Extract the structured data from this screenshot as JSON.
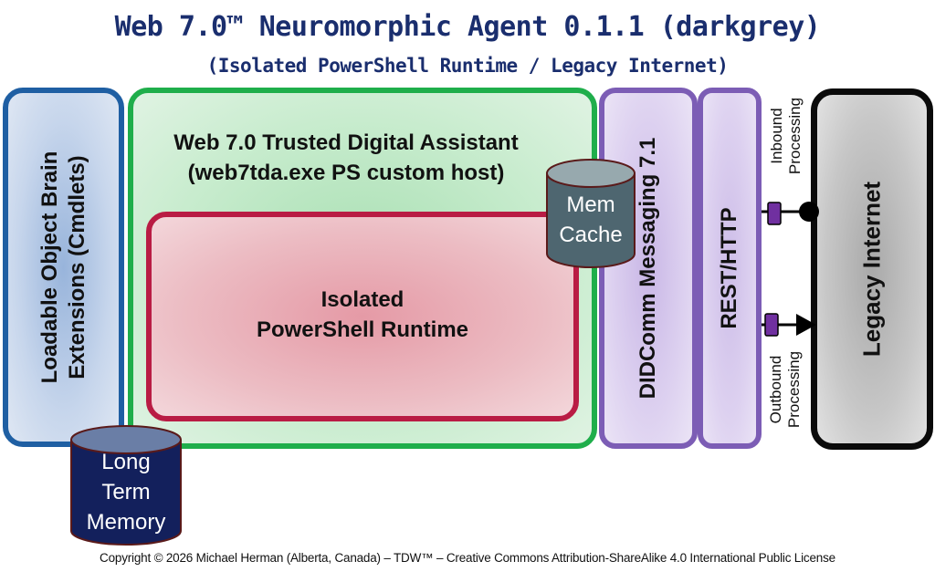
{
  "header": {
    "title": "Web 7.0™ Neuromorphic Agent 0.1.1 (darkgrey)",
    "subtitle": "(Isolated PowerShell Runtime / Legacy Internet)"
  },
  "blocks": {
    "brain_extensions": {
      "line1": "Loadable Object Brain",
      "line2": "Extensions (Cmdlets)",
      "border_color": "#1f5fa3"
    },
    "tda": {
      "line1": "Web 7.0 Trusted Digital Assistant",
      "line2": "(web7tda.exe PS custom host)",
      "border_color": "#1fae4b"
    },
    "runtime": {
      "line1": "Isolated",
      "line2": "PowerShell Runtime",
      "border_color": "#b91c44"
    },
    "didcomm": {
      "label": "DIDComm Messaging 7.1",
      "border_color": "#7c5db5"
    },
    "rest": {
      "label": "REST/HTTP",
      "border_color": "#7c5db5"
    },
    "internet": {
      "label": "Legacy Internet",
      "border_color": "#0a0a0a"
    }
  },
  "stores": {
    "mem_cache": {
      "line1": "Mem",
      "line2": "Cache",
      "fill": "#4e6670"
    },
    "long_term_memory": {
      "line1": "Long",
      "line2": "Term",
      "line3": "Memory",
      "fill": "#13205c"
    }
  },
  "connections": {
    "inbound": {
      "line1": "Inbound",
      "line2": "Processing"
    },
    "outbound": {
      "line1": "Outbound",
      "line2": "Processing"
    },
    "port_color": "#7030a0"
  },
  "footer": {
    "copyright": "Copyright © 2026 Michael Herman (Alberta, Canada) – TDW™ – Creative Commons Attribution-ShareAlike 4.0 International Public License"
  }
}
